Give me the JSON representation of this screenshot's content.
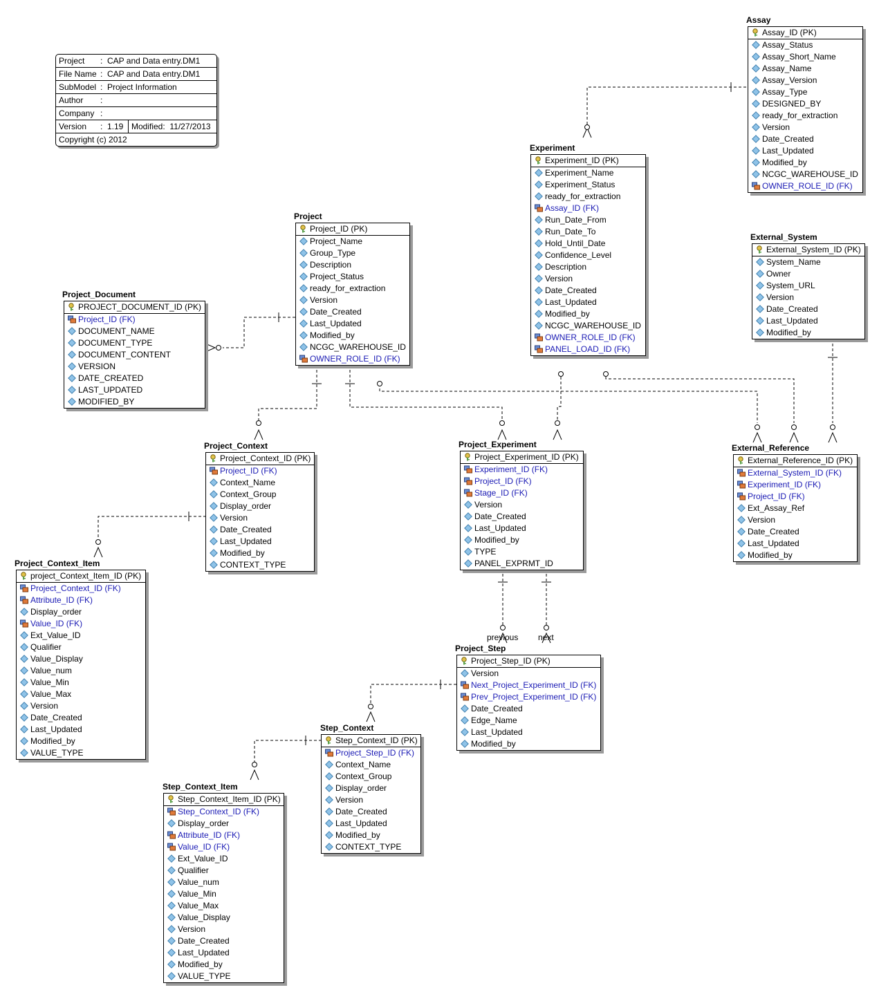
{
  "info": {
    "rows": [
      {
        "key": "Project",
        "value": "CAP and Data entry.DM1"
      },
      {
        "key": "File Name",
        "value": "CAP and Data entry.DM1"
      },
      {
        "key": "SubModel",
        "value": "Project Information"
      },
      {
        "key": "Author",
        "value": ""
      },
      {
        "key": "Company",
        "value": ""
      }
    ],
    "version_label": "Version",
    "version_value": "1.19",
    "modified_label": "Modified:",
    "modified_value": "11/27/2013",
    "copyright": "Copyright (c)  2012"
  },
  "colors": {
    "fk_text": "#1a1ab4",
    "border": "#000000",
    "shadow": "#9a9a9a"
  },
  "entities": {
    "assay": {
      "name": "Assay",
      "attrs": [
        {
          "t": "Assay_ID (PK)",
          "k": "pk"
        },
        {
          "t": "Assay_Status"
        },
        {
          "t": "Assay_Short_Name"
        },
        {
          "t": "Assay_Name"
        },
        {
          "t": "Assay_Version"
        },
        {
          "t": "Assay_Type"
        },
        {
          "t": "DESIGNED_BY"
        },
        {
          "t": "ready_for_extraction"
        },
        {
          "t": "Version"
        },
        {
          "t": "Date_Created"
        },
        {
          "t": "Last_Updated"
        },
        {
          "t": "Modified_by"
        },
        {
          "t": "NCGC_WAREHOUSE_ID"
        },
        {
          "t": "OWNER_ROLE_ID (FK)",
          "k": "fk"
        }
      ]
    },
    "experiment": {
      "name": "Experiment",
      "attrs": [
        {
          "t": "Experiment_ID (PK)",
          "k": "pk"
        },
        {
          "t": "Experiment_Name"
        },
        {
          "t": "Experiment_Status"
        },
        {
          "t": "ready_for_extraction"
        },
        {
          "t": "Assay_ID (FK)",
          "k": "fk"
        },
        {
          "t": "Run_Date_From"
        },
        {
          "t": "Run_Date_To"
        },
        {
          "t": "Hold_Until_Date"
        },
        {
          "t": "Confidence_Level"
        },
        {
          "t": "Description"
        },
        {
          "t": "Version"
        },
        {
          "t": "Date_Created"
        },
        {
          "t": "Last_Updated"
        },
        {
          "t": "Modified_by"
        },
        {
          "t": "NCGC_WAREHOUSE_ID"
        },
        {
          "t": "OWNER_ROLE_ID (FK)",
          "k": "fk"
        },
        {
          "t": "PANEL_LOAD_ID (FK)",
          "k": "fk"
        }
      ]
    },
    "project": {
      "name": "Project",
      "attrs": [
        {
          "t": "Project_ID (PK)",
          "k": "pk"
        },
        {
          "t": "Project_Name"
        },
        {
          "t": "Group_Type"
        },
        {
          "t": "Description"
        },
        {
          "t": "Project_Status"
        },
        {
          "t": "ready_for_extraction"
        },
        {
          "t": "Version"
        },
        {
          "t": "Date_Created"
        },
        {
          "t": "Last_Updated"
        },
        {
          "t": "Modified_by"
        },
        {
          "t": "NCGC_WAREHOUSE_ID"
        },
        {
          "t": "OWNER_ROLE_ID (FK)",
          "k": "fk"
        }
      ]
    },
    "external_system": {
      "name": "External_System",
      "attrs": [
        {
          "t": "External_System_ID (PK)",
          "k": "pk"
        },
        {
          "t": "System_Name"
        },
        {
          "t": "Owner"
        },
        {
          "t": "System_URL"
        },
        {
          "t": "Version"
        },
        {
          "t": "Date_Created"
        },
        {
          "t": "Last_Updated"
        },
        {
          "t": "Modified_by"
        }
      ]
    },
    "project_document": {
      "name": "Project_Document",
      "attrs": [
        {
          "t": "PROJECT_DOCUMENT_ID (PK)",
          "k": "pk"
        },
        {
          "t": "Project_ID (FK)",
          "k": "fk"
        },
        {
          "t": "DOCUMENT_NAME"
        },
        {
          "t": "DOCUMENT_TYPE"
        },
        {
          "t": "DOCUMENT_CONTENT"
        },
        {
          "t": "VERSION"
        },
        {
          "t": "DATE_CREATED"
        },
        {
          "t": "LAST_UPDATED"
        },
        {
          "t": "MODIFIED_BY"
        }
      ]
    },
    "project_context": {
      "name": "Project_Context",
      "attrs": [
        {
          "t": "Project_Context_ID (PK)",
          "k": "pk"
        },
        {
          "t": "Project_ID (FK)",
          "k": "fk"
        },
        {
          "t": "Context_Name"
        },
        {
          "t": "Context_Group"
        },
        {
          "t": "Display_order"
        },
        {
          "t": "Version"
        },
        {
          "t": "Date_Created"
        },
        {
          "t": "Last_Updated"
        },
        {
          "t": "Modified_by"
        },
        {
          "t": "CONTEXT_TYPE"
        }
      ]
    },
    "project_experiment": {
      "name": "Project_Experiment",
      "attrs": [
        {
          "t": "Project_Experiment_ID (PK)",
          "k": "pk"
        },
        {
          "t": "Experiment_ID (FK)",
          "k": "fk"
        },
        {
          "t": "Project_ID (FK)",
          "k": "fk"
        },
        {
          "t": "Stage_ID (FK)",
          "k": "fk"
        },
        {
          "t": "Version"
        },
        {
          "t": "Date_Created"
        },
        {
          "t": "Last_Updated"
        },
        {
          "t": "Modified_by"
        },
        {
          "t": "TYPE"
        },
        {
          "t": "PANEL_EXPRMT_ID"
        }
      ]
    },
    "external_reference": {
      "name": "External_Reference",
      "attrs": [
        {
          "t": "External_Reference_ID (PK)",
          "k": "pk"
        },
        {
          "t": "External_System_ID (FK)",
          "k": "fk"
        },
        {
          "t": "Experiment_ID (FK)",
          "k": "fk"
        },
        {
          "t": "Project_ID (FK)",
          "k": "fk"
        },
        {
          "t": "Ext_Assay_Ref"
        },
        {
          "t": "Version"
        },
        {
          "t": "Date_Created"
        },
        {
          "t": "Last_Updated"
        },
        {
          "t": "Modified_by"
        }
      ]
    },
    "project_context_item": {
      "name": "Project_Context_Item",
      "attrs": [
        {
          "t": "project_Context_Item_ID (PK)",
          "k": "pk"
        },
        {
          "t": "Project_Context_ID (FK)",
          "k": "fk"
        },
        {
          "t": "Attribute_ID (FK)",
          "k": "fk"
        },
        {
          "t": "Display_order"
        },
        {
          "t": "Value_ID (FK)",
          "k": "fk"
        },
        {
          "t": "Ext_Value_ID"
        },
        {
          "t": "Qualifier"
        },
        {
          "t": "Value_Display"
        },
        {
          "t": "Value_num"
        },
        {
          "t": "Value_Min"
        },
        {
          "t": "Value_Max"
        },
        {
          "t": "Version"
        },
        {
          "t": "Date_Created"
        },
        {
          "t": "Last_Updated"
        },
        {
          "t": "Modified_by"
        },
        {
          "t": "VALUE_TYPE"
        }
      ]
    },
    "project_step": {
      "name": "Project_Step",
      "attrs": [
        {
          "t": "Project_Step_ID (PK)",
          "k": "pk"
        },
        {
          "t": "Version"
        },
        {
          "t": "Next_Project_Experiment_ID (FK)",
          "k": "fk"
        },
        {
          "t": "Prev_Project_Experiment_ID (FK)",
          "k": "fk"
        },
        {
          "t": "Date_Created"
        },
        {
          "t": "Edge_Name"
        },
        {
          "t": "Last_Updated"
        },
        {
          "t": "Modified_by"
        }
      ]
    },
    "step_context": {
      "name": "Step_Context",
      "attrs": [
        {
          "t": "Step_Context_ID (PK)",
          "k": "pk"
        },
        {
          "t": "Project_Step_ID (FK)",
          "k": "fk"
        },
        {
          "t": "Context_Name"
        },
        {
          "t": "Context_Group"
        },
        {
          "t": "Display_order"
        },
        {
          "t": "Version"
        },
        {
          "t": "Date_Created"
        },
        {
          "t": "Last_Updated"
        },
        {
          "t": "Modified_by"
        },
        {
          "t": "CONTEXT_TYPE"
        }
      ]
    },
    "step_context_item": {
      "name": "Step_Context_Item",
      "attrs": [
        {
          "t": "Step_Context_Item_ID (PK)",
          "k": "pk"
        },
        {
          "t": "Step_Context_ID (FK)",
          "k": "fk"
        },
        {
          "t": "Display_order"
        },
        {
          "t": "Attribute_ID (FK)",
          "k": "fk"
        },
        {
          "t": "Value_ID (FK)",
          "k": "fk"
        },
        {
          "t": "Ext_Value_ID"
        },
        {
          "t": "Qualifier"
        },
        {
          "t": "Value_num"
        },
        {
          "t": "Value_Min"
        },
        {
          "t": "Value_Max"
        },
        {
          "t": "Value_Display"
        },
        {
          "t": "Version"
        },
        {
          "t": "Date_Created"
        },
        {
          "t": "Last_Updated"
        },
        {
          "t": "Modified_by"
        },
        {
          "t": "VALUE_TYPE"
        }
      ]
    }
  },
  "role_labels": {
    "previous": "previous",
    "next": "next"
  }
}
